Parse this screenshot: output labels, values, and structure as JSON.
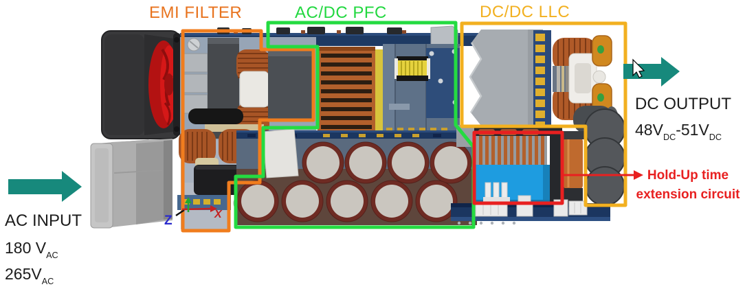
{
  "annotations": {
    "emi_filter": {
      "label": "EMI FILTER"
    },
    "acdc_pfc": {
      "label": "AC/DC PFC"
    },
    "dcdc_llc": {
      "label": "DC/DC LLC"
    },
    "holdup": {
      "line1": "Hold-Up time",
      "line2": "extension circuit"
    }
  },
  "io": {
    "input": {
      "title": "AC INPUT",
      "min_value": "180 V",
      "min_sub": "AC",
      "max_value": "265V",
      "max_sub": "AC"
    },
    "output": {
      "title": "DC OUTPUT",
      "from_value": "48V",
      "from_sub": "DC",
      "to_value": "-51V",
      "to_sub": "DC"
    }
  },
  "axes": {
    "x_label": "X",
    "z_label": "Z"
  },
  "colors": {
    "emi_accent": "#F07D1E",
    "pfc_accent": "#24DB41",
    "llc_accent": "#F2B020",
    "holdup_accent": "#E82020",
    "io_arrow": "#17897C",
    "triad_x": "#C42222",
    "triad_y": "#22A832",
    "triad_z": "#2A2ACC"
  }
}
